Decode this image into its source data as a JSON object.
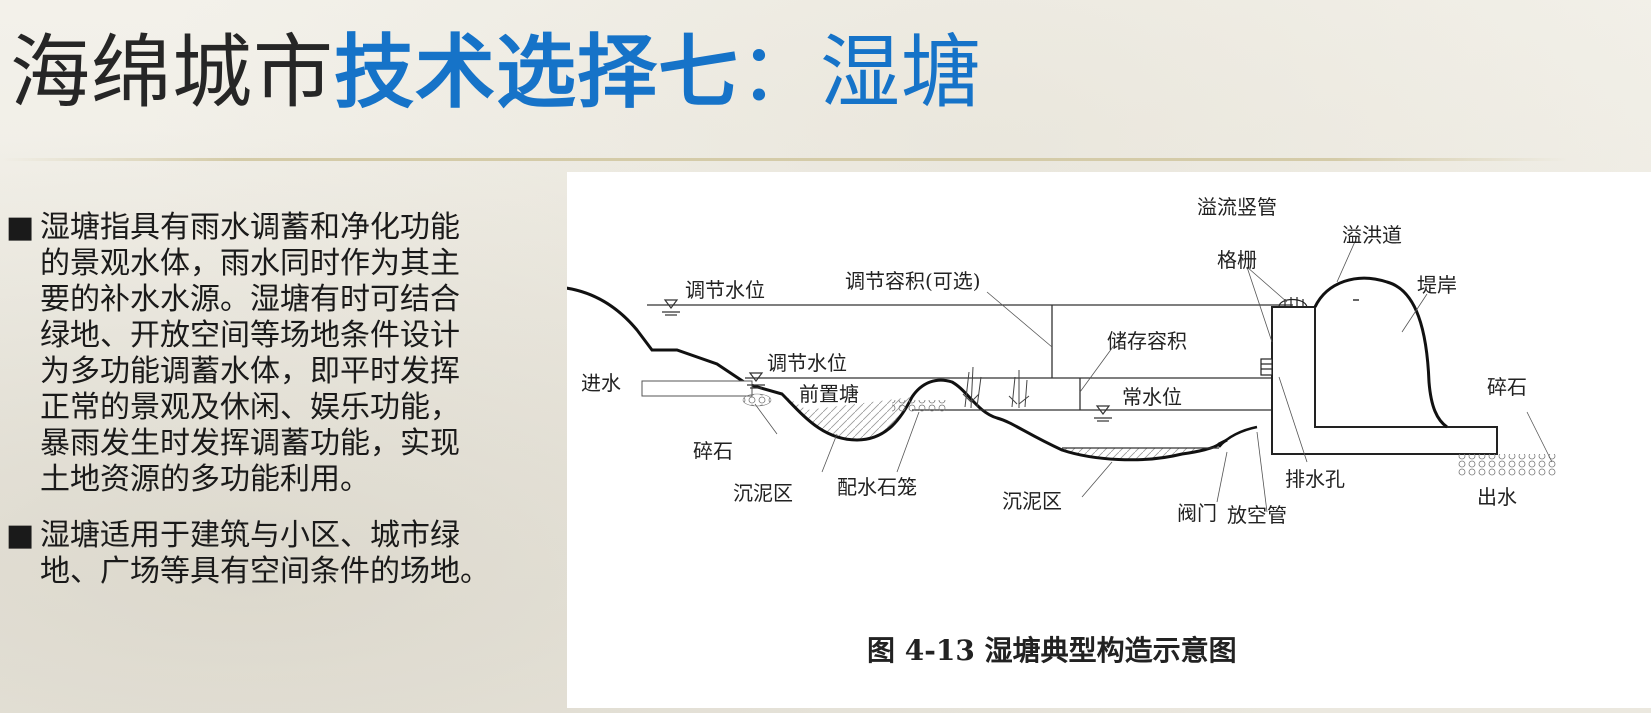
{
  "header": {
    "title_part1": "海绵城市",
    "title_part2": "技术选择七",
    "title_part3": "：湿塘"
  },
  "bullets": {
    "marker": "■",
    "items": [
      {
        "lines": [
          "湿塘指具有雨水调蓄和净化功能",
          "的景观水体，雨水同时作为其主",
          "要的补水水源。湿塘有时可结合",
          "绿地、开放空间等场地条件设计",
          "为多功能调蓄水体，即平时发挥",
          "正常的景观及休闲、娱乐功能，",
          "暴雨发生时发挥调蓄功能，实现",
          "土地资源的多功能利用。"
        ]
      },
      {
        "lines": [
          "湿塘适用于建筑与小区、城市绿",
          "地、广场等具有空间条件的场地。"
        ]
      }
    ]
  },
  "diagram": {
    "caption": "图 4-13  湿塘典型构造示意图",
    "labels": {
      "overflow_standpipe": "溢流竖管",
      "spillway": "溢洪道",
      "grille": "格栅",
      "embankment": "堤岸",
      "regulating_level_top": "调节水位",
      "regulating_volume": "调节容积(可选)",
      "storage_volume": "储存容积",
      "inflow": "进水",
      "regulating_level_mid": "调节水位",
      "forebay": "前置塘",
      "normal_level": "常水位",
      "gravel_left": "碎石",
      "gravel_right": "碎石",
      "sediment_left": "沉泥区",
      "gabion": "配水石笼",
      "sediment_right": "沉泥区",
      "drain_hole": "排水孔",
      "valve": "阀门",
      "drain_pipe": "放空管",
      "outflow": "出水"
    }
  }
}
